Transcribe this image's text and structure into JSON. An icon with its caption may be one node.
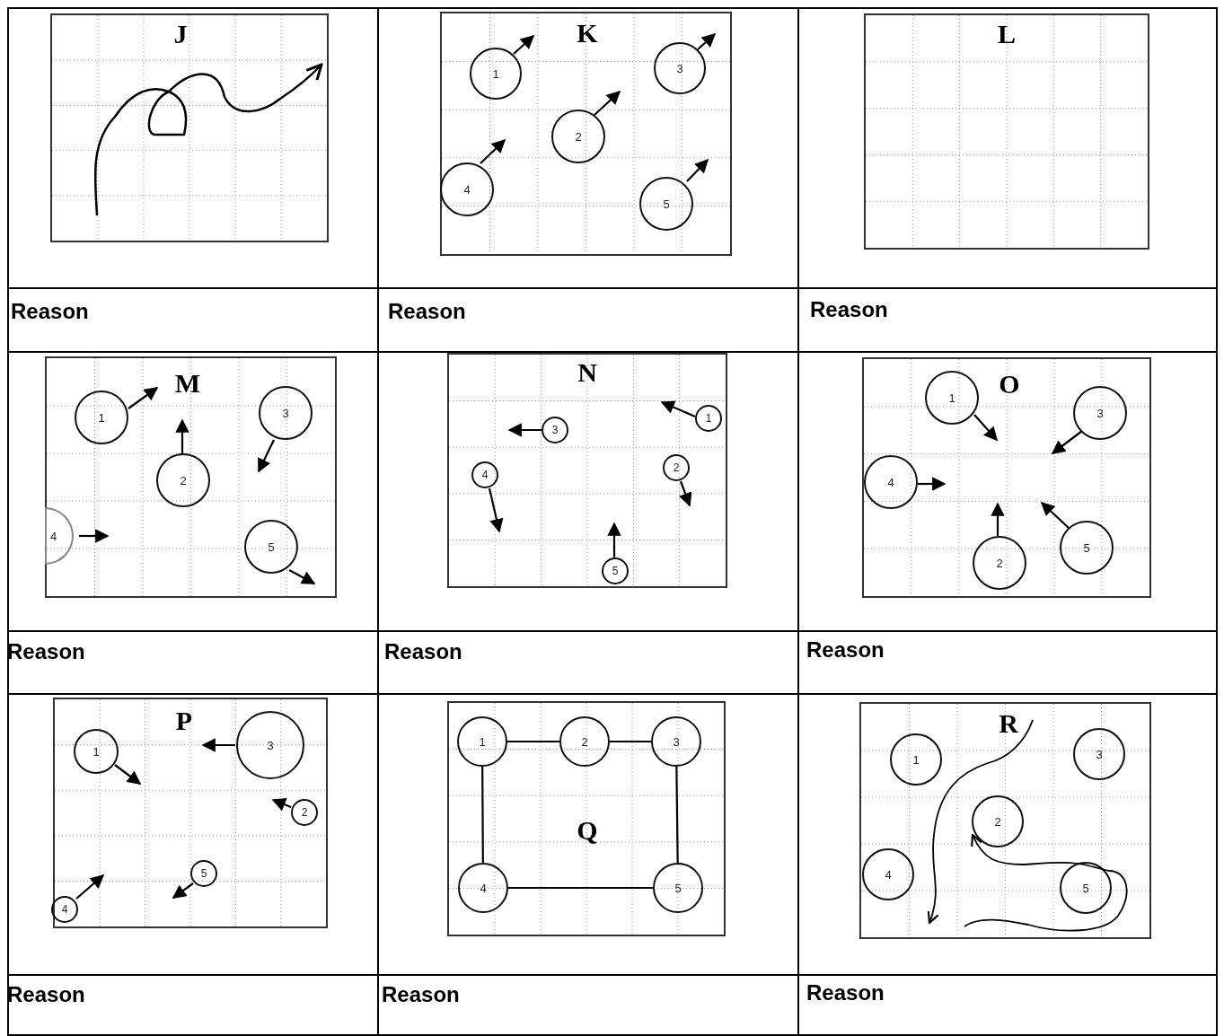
{
  "diagram": {
    "nodes": [
      {
        "text": [
          "J"
        ]
      },
      {
        "text": [
          "K"
        ]
      },
      {
        "text": [
          "1"
        ],
        "in": 1
      },
      {
        "text": [
          "2"
        ],
        "in": 1
      },
      {
        "text": [
          "3"
        ],
        "in": 1
      },
      {
        "text": [
          "4"
        ],
        "in": 1
      },
      {
        "text": [
          "5"
        ],
        "in": 1
      },
      {
        "text": [
          "L"
        ]
      },
      {
        "text": [
          "M"
        ]
      },
      {
        "text": [
          "1"
        ],
        "in": 8
      },
      {
        "text": [
          "2"
        ],
        "in": 8
      },
      {
        "text": [
          "3"
        ],
        "in": 8
      },
      {
        "text": [
          "4"
        ],
        "in": 8
      },
      {
        "text": [
          "5"
        ],
        "in": 8
      },
      {
        "text": [
          "N"
        ]
      },
      {
        "text": [
          "1"
        ],
        "in": 14
      },
      {
        "text": [
          "2"
        ],
        "in": 14
      },
      {
        "text": [
          "3"
        ],
        "in": 14
      },
      {
        "text": [
          "4"
        ],
        "in": 14
      },
      {
        "text": [
          "5"
        ],
        "in": 14
      },
      {
        "text": [
          "O"
        ]
      },
      {
        "text": [
          "1"
        ],
        "in": 20
      },
      {
        "text": [
          "3"
        ],
        "in": 20
      },
      {
        "text": [
          "4"
        ],
        "in": 20
      },
      {
        "text": [
          "2"
        ],
        "in": 20
      },
      {
        "text": [
          "5"
        ],
        "in": 20
      },
      {
        "text": [
          "P"
        ]
      },
      {
        "text": [
          "1"
        ],
        "in": 26
      },
      {
        "text": [
          "3"
        ],
        "in": 26
      },
      {
        "text": [
          "2"
        ],
        "in": 26
      },
      {
        "text": [
          "5"
        ],
        "in": 26
      },
      {
        "text": [
          "4"
        ],
        "in": 26
      },
      {
        "text": [
          "Q"
        ]
      },
      {
        "text": [
          "1"
        ],
        "in": 32
      },
      {
        "text": [
          "2"
        ],
        "in": 32
      },
      {
        "text": [
          "3"
        ],
        "in": 32
      },
      {
        "text": [
          "4"
        ],
        "in": 32
      },
      {
        "text": [
          "5"
        ],
        "in": 32
      },
      {
        "text": [
          "R"
        ]
      },
      {
        "text": [
          "1"
        ],
        "in": 38
      },
      {
        "text": [
          "3"
        ],
        "in": 38
      },
      {
        "text": [
          "2"
        ],
        "in": 38
      },
      {
        "text": [
          "4"
        ],
        "in": 38
      },
      {
        "text": [
          "5"
        ],
        "in": 38
      }
    ],
    "edges": [
      {
        "from": 33,
        "to": 34,
        "arrow": "none"
      },
      {
        "from": 34,
        "to": 35,
        "arrow": "none"
      },
      {
        "from": 33,
        "to": 36,
        "arrow": "none"
      },
      {
        "from": 35,
        "to": 37,
        "arrow": "none"
      },
      {
        "from": 36,
        "to": 37,
        "arrow": "none"
      },
      {
        "from": null,
        "to": 41,
        "arrow": "to"
      }
    ],
    "labels": [
      "Reason",
      "Reason",
      "Reason",
      "Reason",
      "Reason",
      "Reason",
      "Reason",
      "Reason",
      "Reason"
    ]
  }
}
